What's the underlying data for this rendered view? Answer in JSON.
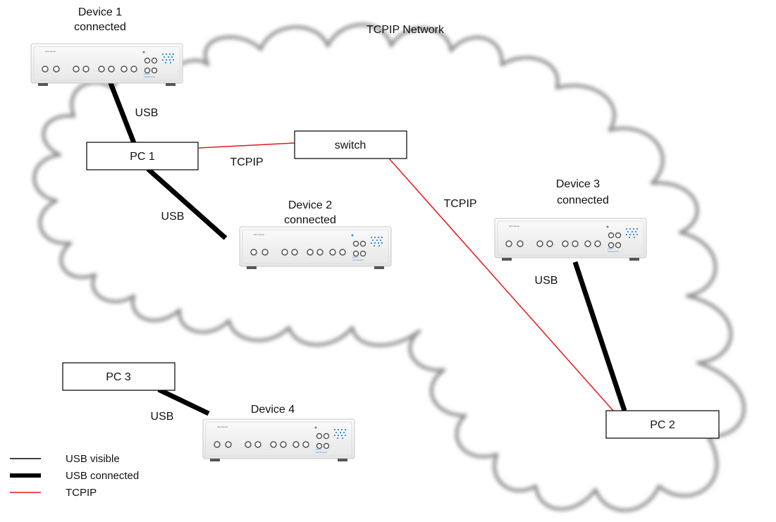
{
  "network": {
    "label": "TCPIP Network"
  },
  "nodes": {
    "pc1": "PC 1",
    "pc2": "PC 2",
    "pc3": "PC 3",
    "switch": "switch"
  },
  "devices": {
    "d1": {
      "line1": "Device 1",
      "line2": "connected"
    },
    "d2": {
      "line1": "Device 2",
      "line2": "connected"
    },
    "d3": {
      "line1": "Device 3",
      "line2": "connected"
    },
    "d4": {
      "line1": "Device 4"
    }
  },
  "device_panel": {
    "series": "HF2 Series",
    "brand1": "Zurich",
    "brand2": "Instruments"
  },
  "links": {
    "usb": "USB",
    "tcpip": "TCPIP"
  },
  "legend": {
    "usb_visible": "USB visible",
    "usb_connected": "USB connected",
    "tcpip": "TCPIP"
  },
  "colors": {
    "usb": "#000000",
    "tcpip": "#e3191c",
    "cloud": "#8a8a8a",
    "device_body": "#f4f4f4"
  }
}
